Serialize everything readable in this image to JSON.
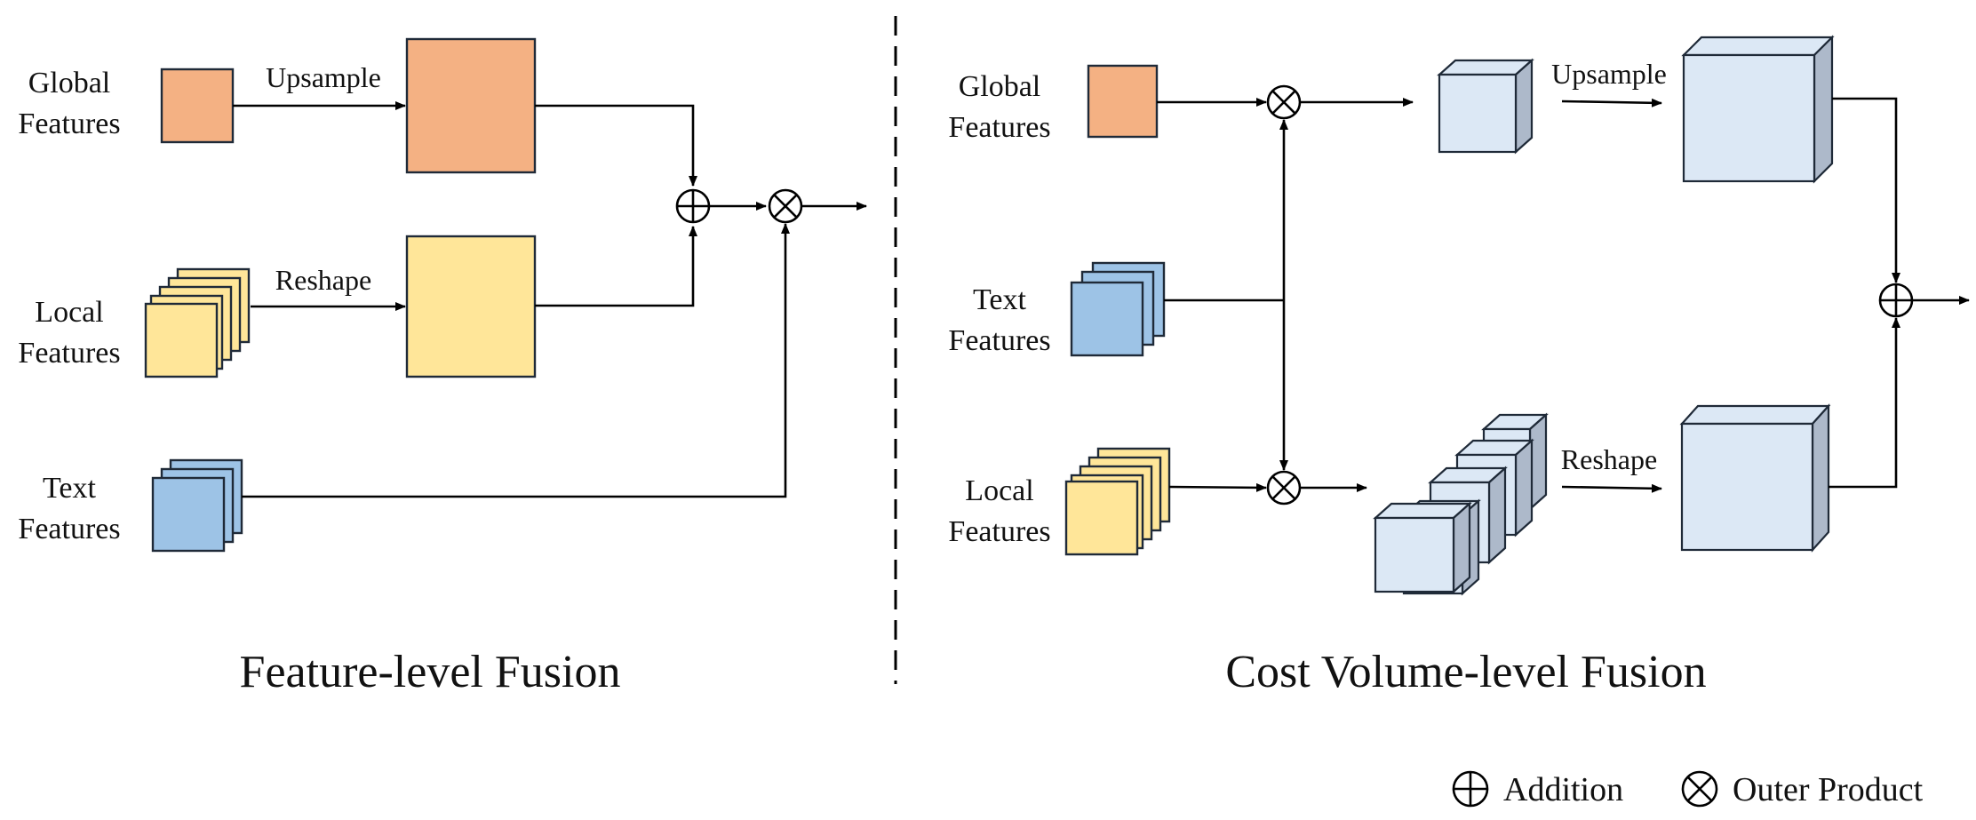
{
  "colors": {
    "global": "#f4b183",
    "local": "#ffe699",
    "text": "#9dc3e6",
    "cube_front": "#dce8f5",
    "cube_side": "#adb9ca",
    "outline": "#1f2a38"
  },
  "left_panel": {
    "title": "Feature-level Fusion",
    "inputs": {
      "global": [
        "Global",
        "Features"
      ],
      "local": [
        "Local",
        "Features"
      ],
      "text": [
        "Text",
        "Features"
      ]
    },
    "ops": {
      "upsample": "Upsample",
      "reshape": "Reshape"
    }
  },
  "right_panel": {
    "title": "Cost Volume-level Fusion",
    "inputs": {
      "global": [
        "Global",
        "Features"
      ],
      "text": [
        "Text",
        "Features"
      ],
      "local": [
        "Local",
        "Features"
      ]
    },
    "ops": {
      "upsample": "Upsample",
      "reshape": "Reshape"
    }
  },
  "legend": {
    "addition": "Addition",
    "outer_product": "Outer Product",
    "addition_icon": "circle-plus-icon",
    "outer_product_icon": "circle-times-icon"
  }
}
